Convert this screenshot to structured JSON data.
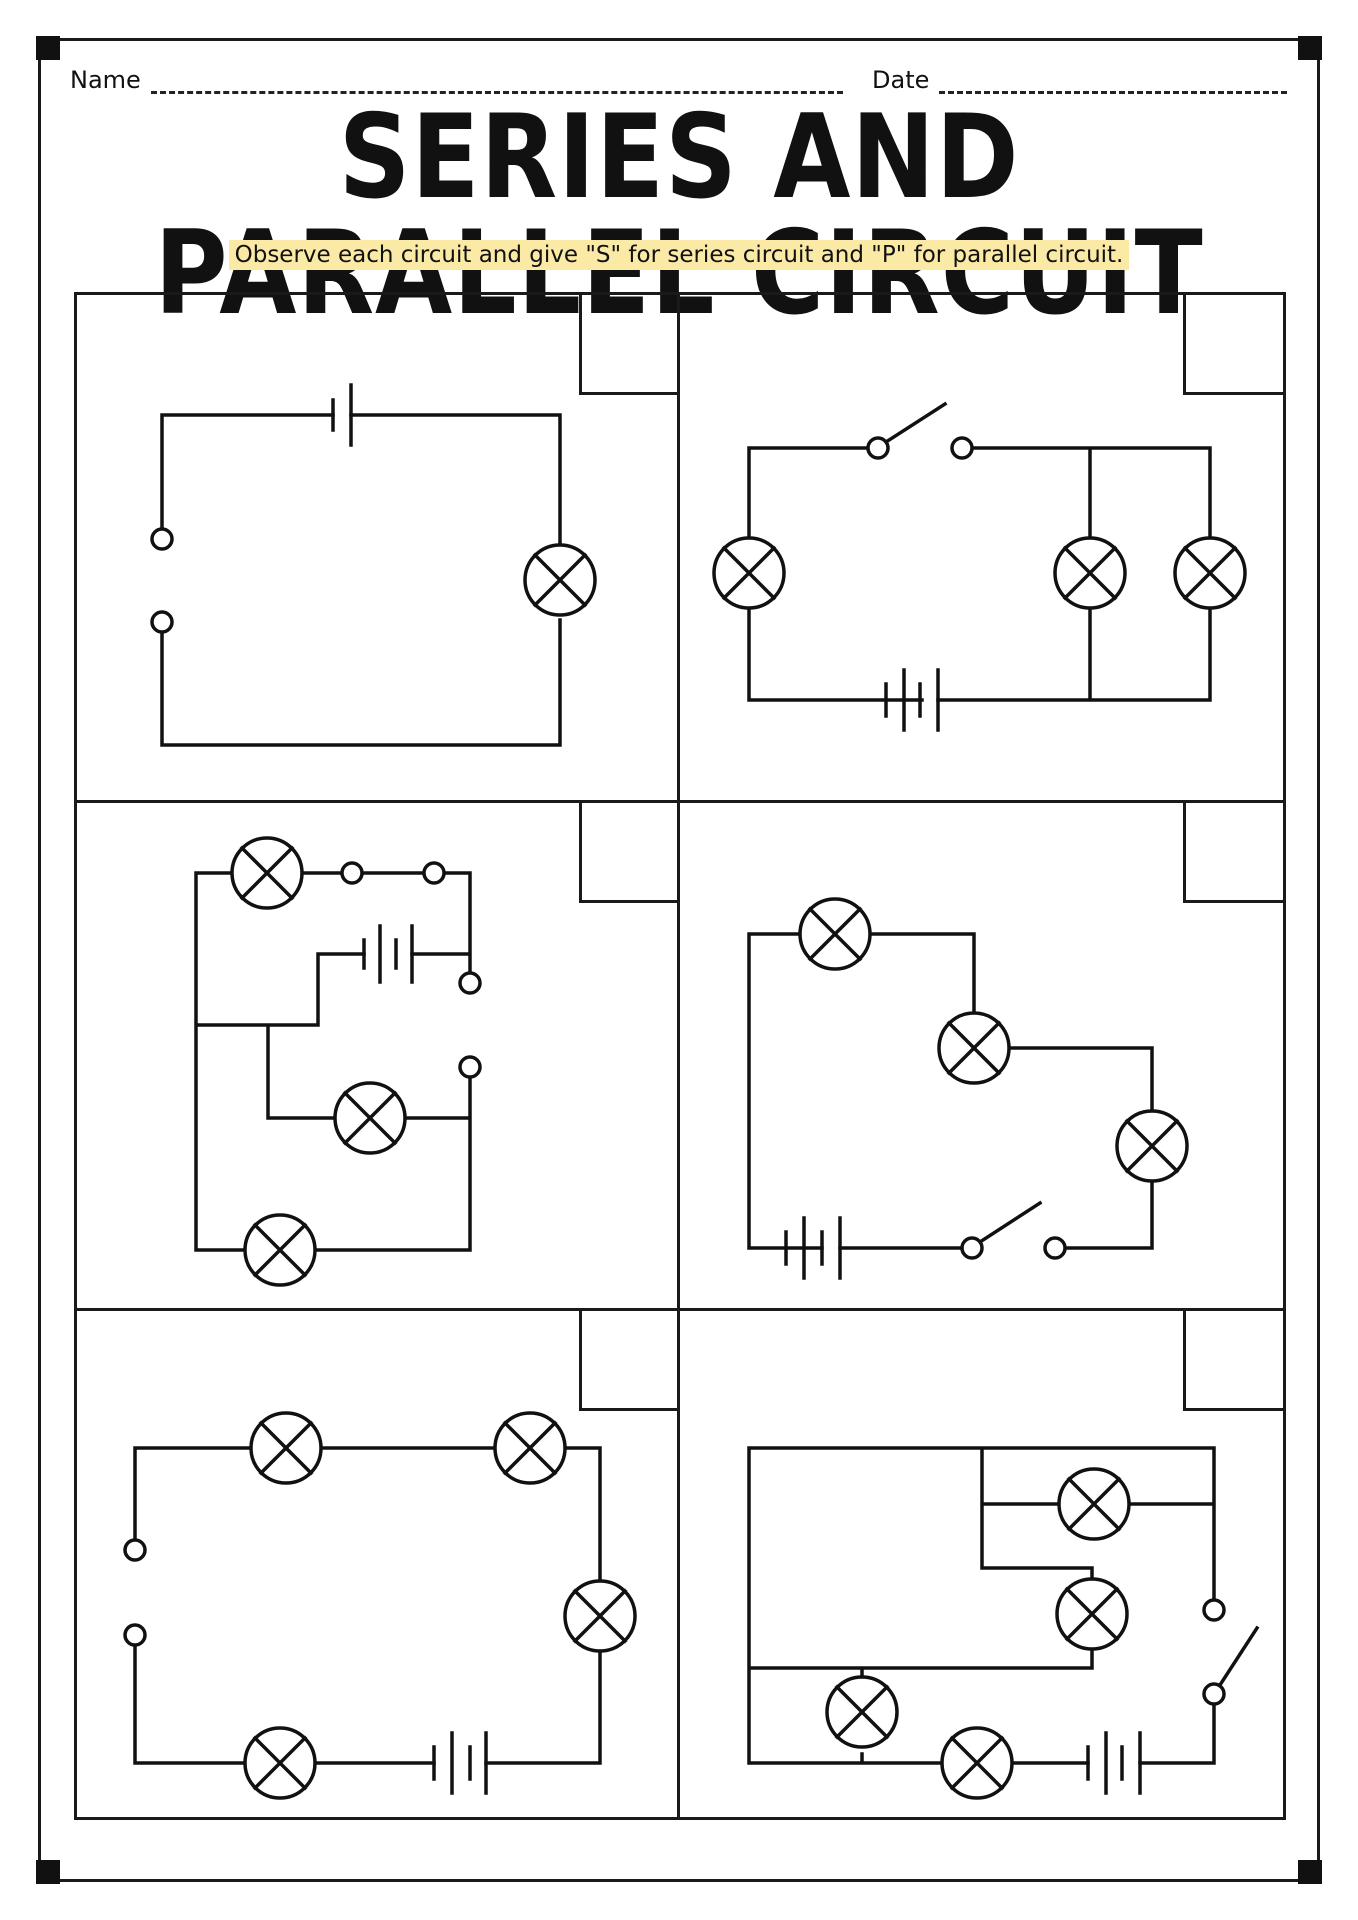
{
  "header": {
    "name_label": "Name",
    "date_label": "Date",
    "title": "SERIES AND PARALLEL CIRCUIT",
    "instruction": "Observe each circuit and give \"S\" for series circuit and \"P\" for parallel circuit."
  },
  "circuits": [
    {
      "id": 1,
      "answer": ""
    },
    {
      "id": 2,
      "answer": ""
    },
    {
      "id": 3,
      "answer": ""
    },
    {
      "id": 4,
      "answer": ""
    },
    {
      "id": 5,
      "answer": ""
    },
    {
      "id": 6,
      "answer": ""
    }
  ]
}
